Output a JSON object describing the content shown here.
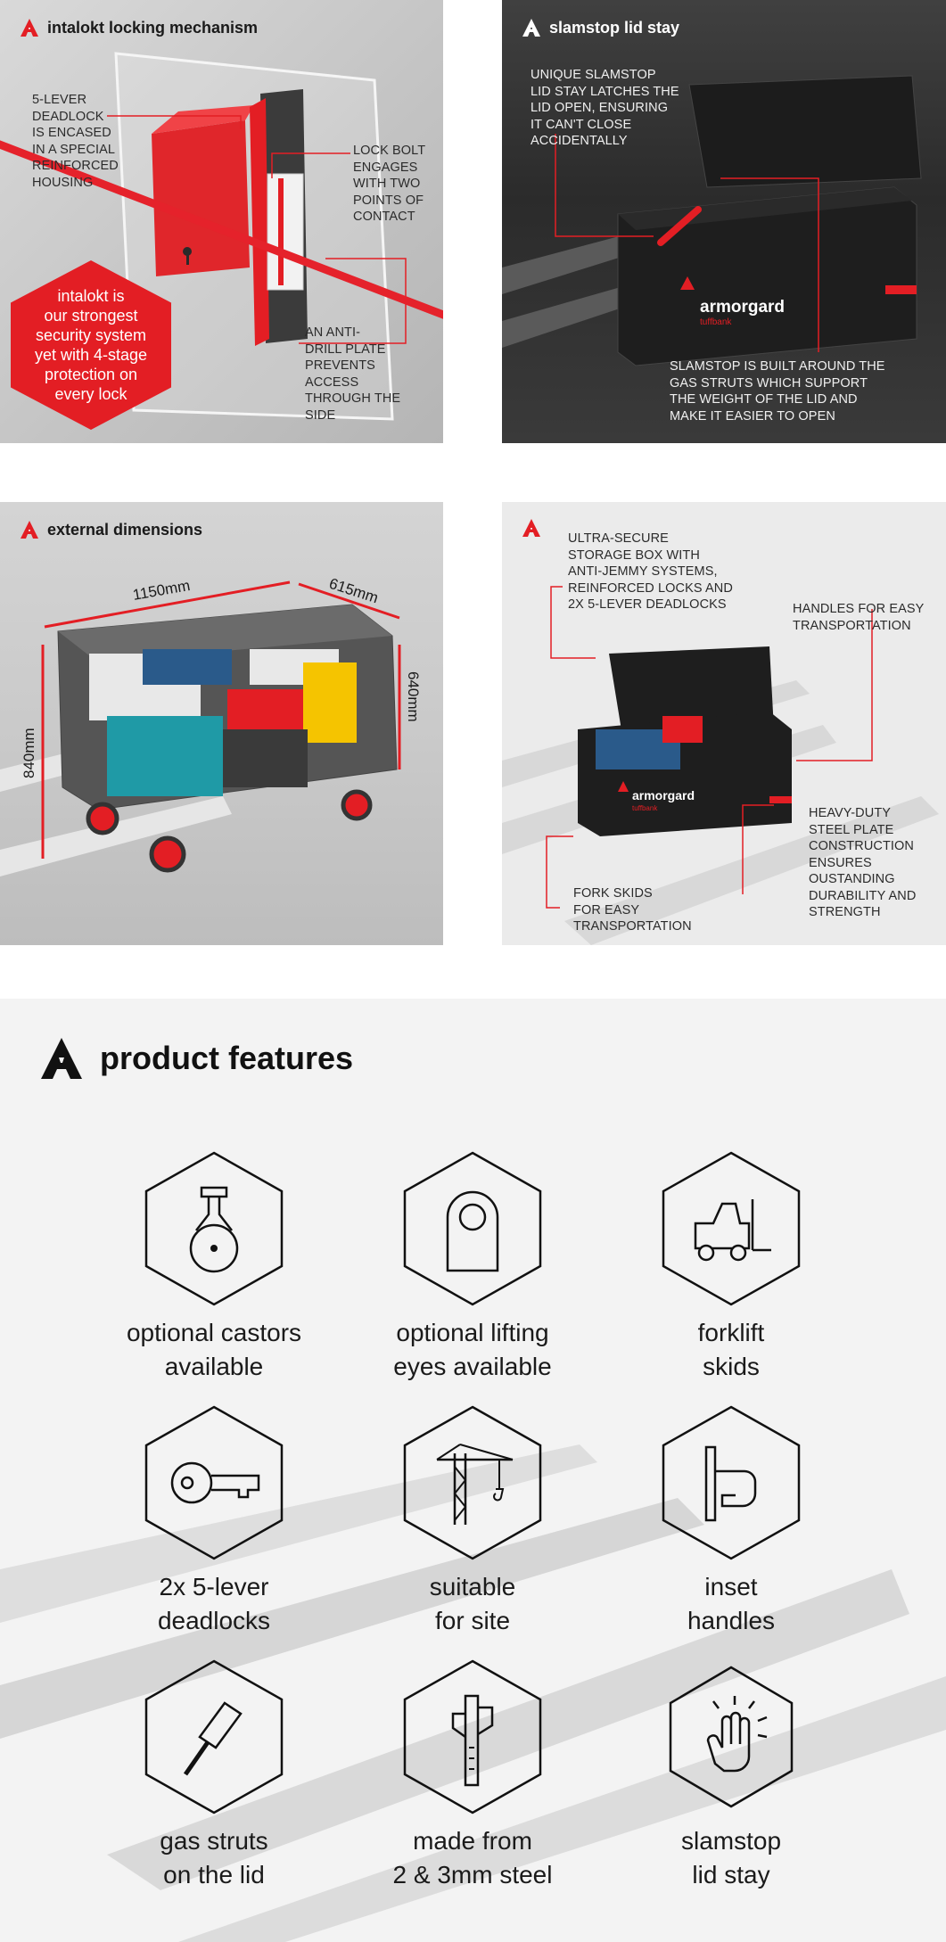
{
  "panel_lock": {
    "title": "intalokt locking mechanism",
    "ann_deadlock": [
      "5-LEVER",
      "DEADLOCK",
      "IS ENCASED",
      "IN A SPECIAL",
      "REINFORCED",
      "HOUSING"
    ],
    "ann_bolt": [
      "LOCK BOLT",
      "ENGAGES",
      "WITH TWO",
      "POINTS OF",
      "CONTACT"
    ],
    "ann_drill": [
      "AN ANTI-",
      "DRILL PLATE",
      "PREVENTS",
      "ACCESS",
      "THROUGH THE",
      "SIDE"
    ],
    "badge": [
      "intalokt is",
      "our strongest",
      "security system",
      "yet with 4-stage",
      "protection on",
      "every lock"
    ]
  },
  "panel_slamstop": {
    "title": "slamstop lid stay",
    "ann_top": [
      "UNIQUE SLAMSTOP",
      "LID STAY LATCHES THE",
      "LID OPEN, ENSURING",
      "IT CAN'T CLOSE",
      "ACCIDENTALLY"
    ],
    "ann_bottom": [
      "SLAMSTOP IS BUILT AROUND THE",
      "GAS STRUTS WHICH SUPPORT",
      "THE WEIGHT OF THE LID AND",
      "MAKE IT EASIER TO OPEN"
    ],
    "brand": "armorgard",
    "subbrand": "tuffbank"
  },
  "panel_dimensions": {
    "title": "external dimensions",
    "width": "1150mm",
    "depth": "615mm",
    "height_total": "840mm",
    "height_box": "640mm"
  },
  "panel_overview": {
    "ann_secure": [
      "ULTRA-SECURE",
      "STORAGE BOX WITH",
      "ANTI-JEMMY SYSTEMS,",
      "REINFORCED LOCKS AND",
      "2X 5-LEVER DEADLOCKS"
    ],
    "ann_handles": [
      "HANDLES FOR EASY",
      "TRANSPORTATION"
    ],
    "ann_steel": [
      "HEAVY-DUTY",
      "STEEL PLATE",
      "CONSTRUCTION",
      "ENSURES",
      "OUSTANDING",
      "DURABILITY AND",
      "STRENGTH"
    ],
    "ann_fork": [
      "FORK SKIDS",
      "FOR EASY",
      "TRANSPORTATION"
    ],
    "brand": "armorgard",
    "subbrand": "tuffbank"
  },
  "features": {
    "title": "product features",
    "items": [
      {
        "icon": "castor-icon",
        "line1": "optional castors",
        "line2": "available"
      },
      {
        "icon": "lifting-eye-icon",
        "line1": "optional lifting",
        "line2": "eyes available"
      },
      {
        "icon": "forklift-icon",
        "line1": "forklift",
        "line2": "skids"
      },
      {
        "icon": "keys-icon",
        "line1": "2x 5-lever",
        "line2": "deadlocks"
      },
      {
        "icon": "crane-icon",
        "line1": "suitable",
        "line2": "for site"
      },
      {
        "icon": "inset-handle-icon",
        "line1": "inset",
        "line2": "handles"
      },
      {
        "icon": "gas-strut-icon",
        "line1": "gas struts",
        "line2": "on the lid"
      },
      {
        "icon": "caliper-icon",
        "line1": "made from",
        "line2": "2 & 3mm steel"
      },
      {
        "icon": "slamstop-hand-icon",
        "line1": "slamstop",
        "line2": "lid stay"
      }
    ]
  },
  "colors": {
    "brand_red": "#e31e24",
    "dark": "#1a1a1a",
    "panel_dark": "#333333"
  }
}
